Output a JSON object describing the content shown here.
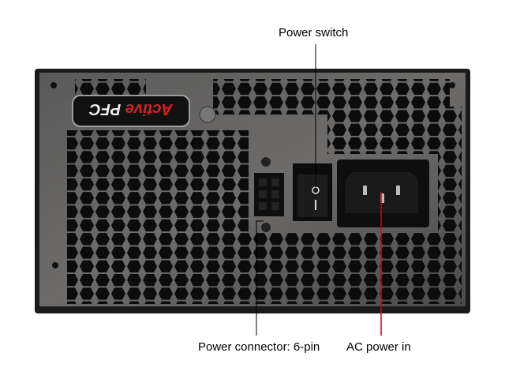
{
  "callouts": {
    "power_switch": "Power switch",
    "power_connector": "Power connector: 6-pin",
    "ac_power_in": "AC power in"
  },
  "badge": {
    "text_active": "Active",
    "text_pfc": "PFC"
  },
  "colors": {
    "callout_line": "#000000",
    "ac_line": "#e00000",
    "badge_red": "#d42020"
  }
}
